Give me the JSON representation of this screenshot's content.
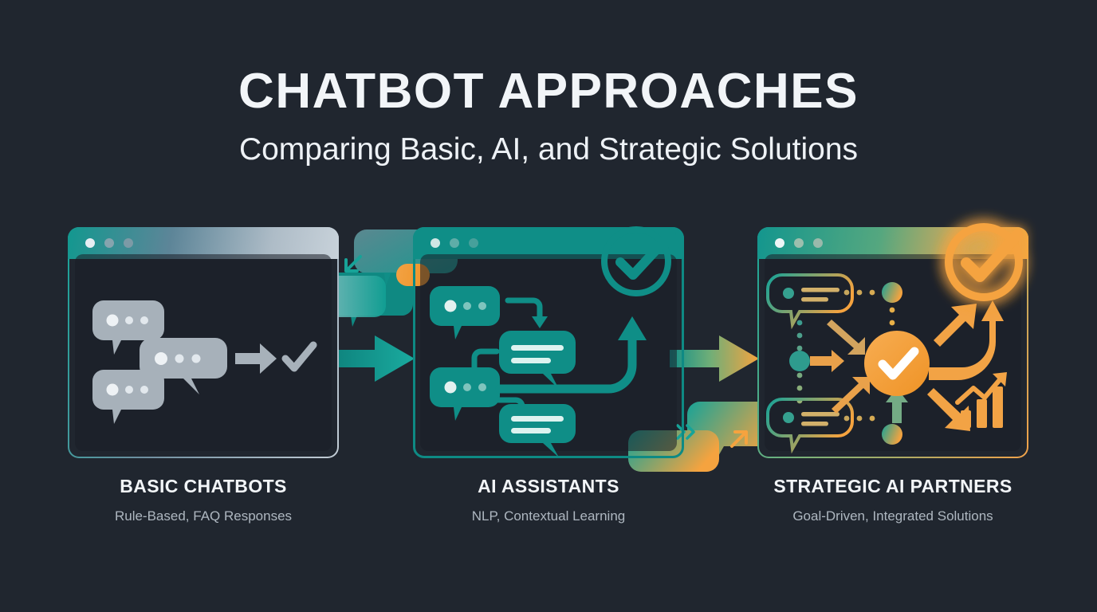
{
  "background_color": "#20262f",
  "header": {
    "title": "CHATBOT APPROACHES",
    "subtitle": "Comparing Basic, AI, and Strategic Solutions"
  },
  "palette": {
    "teal": "#0f8e87",
    "teal_bright": "#17a398",
    "orange": "#f5a33f",
    "orange_deep": "#ef9326",
    "gray": "#aab4bd",
    "light": "#f2f5f8",
    "muted_text": "#aeb7c0",
    "panel_fill": "#1a1f27"
  },
  "columns": [
    {
      "id": "basic-chatbots",
      "title": "BASIC CHATBOTS",
      "subtitle": "Rule-Based, FAQ Responses",
      "accent": "#aab4bd",
      "window": {
        "dots": 3,
        "bar_gradient": [
          "#12988f",
          "#c8d2da"
        ],
        "border_gradient": [
          "#17a398",
          "#c3cdd6"
        ]
      },
      "icons": [
        "speech-bubble-dots-icon",
        "speech-bubble-dots-icon",
        "speech-bubble-dots-icon",
        "straight-arrow-icon",
        "checkmark-icon"
      ]
    },
    {
      "id": "ai-assistants",
      "title": "AI ASSISTANTS",
      "subtitle": "NLP, Contextual Learning",
      "accent": "#0f8e87",
      "window": {
        "dots": 3,
        "bar_gradient": [
          "#0f8e87",
          "#0f8e87"
        ],
        "border_gradient": [
          "#0e8a84",
          "#0e8a84"
        ]
      },
      "icons": [
        "speech-bubble-dots-icon",
        "speech-bubble-lines-icon",
        "curved-arrow-icon",
        "check-circle-icon",
        "curved-up-arrow-icon"
      ]
    },
    {
      "id": "strategic-ai-partners",
      "title": "STRATEGIC AI PARTNERS",
      "subtitle": "Goal-Driven, Integrated Solutions",
      "accent": "#f5a33f",
      "window": {
        "dots": 3,
        "bar_gradient": [
          "#13968e",
          "#f5a83f"
        ],
        "border_gradient": [
          "#17a398",
          "#f0a24a"
        ]
      },
      "icons": [
        "outlined-speech-bubble-icon",
        "outlined-speech-bubble-icon",
        "check-circle-glow-icon",
        "radiating-arrows-icon",
        "bar-chart-growth-icon",
        "dotted-connector-icon"
      ]
    }
  ],
  "connectors": [
    {
      "id": "arrow-basic-to-ai",
      "from": "basic-chatbots",
      "to": "ai-assistants",
      "style": "teal-gradient-arrow"
    },
    {
      "id": "arrow-ai-to-strategic",
      "from": "ai-assistants",
      "to": "strategic-ai-partners",
      "style": "teal-to-orange-gradient-arrow"
    }
  ],
  "decorations": [
    {
      "id": "floating-bubble-top",
      "icon": "speech-bubble-shape",
      "color": "teal-gradient"
    },
    {
      "id": "floating-bubble-left",
      "icon": "speech-bubble-shape",
      "color": "teal"
    },
    {
      "id": "orange-pill",
      "icon": "pill-shape",
      "color": "#f5a33f"
    },
    {
      "id": "down-left-arrow",
      "icon": "arrow-down-left-icon",
      "color": "#0f8e87"
    },
    {
      "id": "floating-bubble-bottom-right",
      "icon": "speech-bubble-shape",
      "color": "teal-to-orange-gradient"
    },
    {
      "id": "chevrons",
      "icon": "double-chevron-right-icon",
      "color": "#17a398"
    },
    {
      "id": "up-right-arrow",
      "icon": "arrow-up-right-icon",
      "color": "#f5a33f"
    }
  ]
}
